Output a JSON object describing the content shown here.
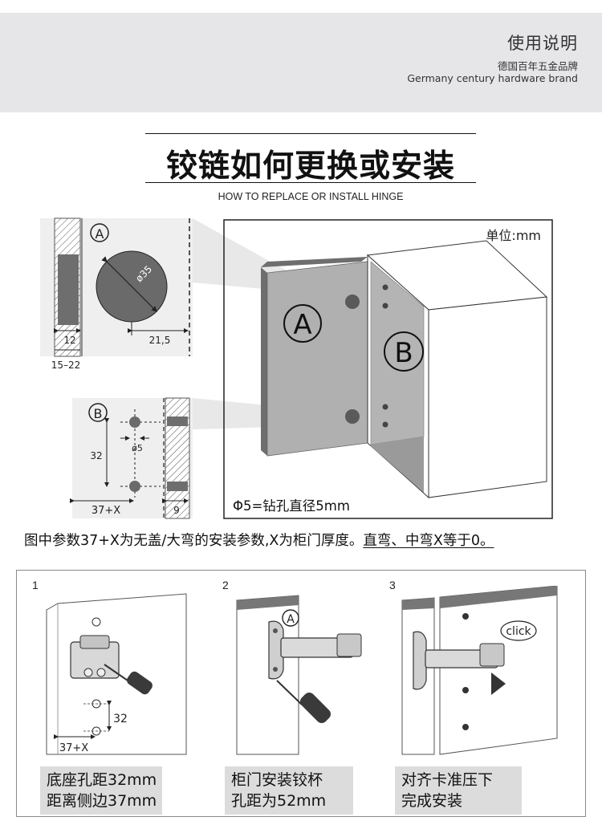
{
  "header": {
    "title": "使用说明",
    "brand_cn": "德国百年五金品牌",
    "brand_en": "Germany century hardware brand"
  },
  "main_title": "铰链如何更换或安装",
  "subtitle": "HOW TO REPLACE OR INSTALL HINGE",
  "diagram_a": {
    "marker": "A",
    "diameter_label": "ø35",
    "dim_12": "12",
    "dim_15_22": "15–22",
    "dim_21_5": "21,5"
  },
  "diagram_b": {
    "marker": "B",
    "dim_32": "32",
    "dim_5": "ø5",
    "dim_37x": "37+X",
    "dim_9": "9"
  },
  "cabinet": {
    "unit_label": "单位:mm",
    "marker_a": "A",
    "marker_b": "B",
    "drill_note": "Φ5=钻孔直径5mm"
  },
  "note": {
    "text_main": "图中参数37+X为无盖/大弯的安装参数,X为柜门厚度。",
    "text_underlined": "直弯、中弯X等于0。"
  },
  "steps": [
    {
      "number": "1",
      "dim_32": "32",
      "dim_37x": "37+X",
      "caption_line1": "底座孔距32mm",
      "caption_line2": "距离侧边37mm"
    },
    {
      "number": "2",
      "marker": "A",
      "caption_line1": "柜门安装铰杯",
      "caption_line2": "孔距为52mm"
    },
    {
      "number": "3",
      "click_label": "click",
      "caption_line1": "对齐卡准压下",
      "caption_line2": "完成安装"
    }
  ],
  "colors": {
    "header_bg": "#e6e6e8",
    "panel_gray": "#a8a8a8",
    "dark_gray": "#6e6e6e",
    "caption_bg": "#dcdcdc"
  }
}
